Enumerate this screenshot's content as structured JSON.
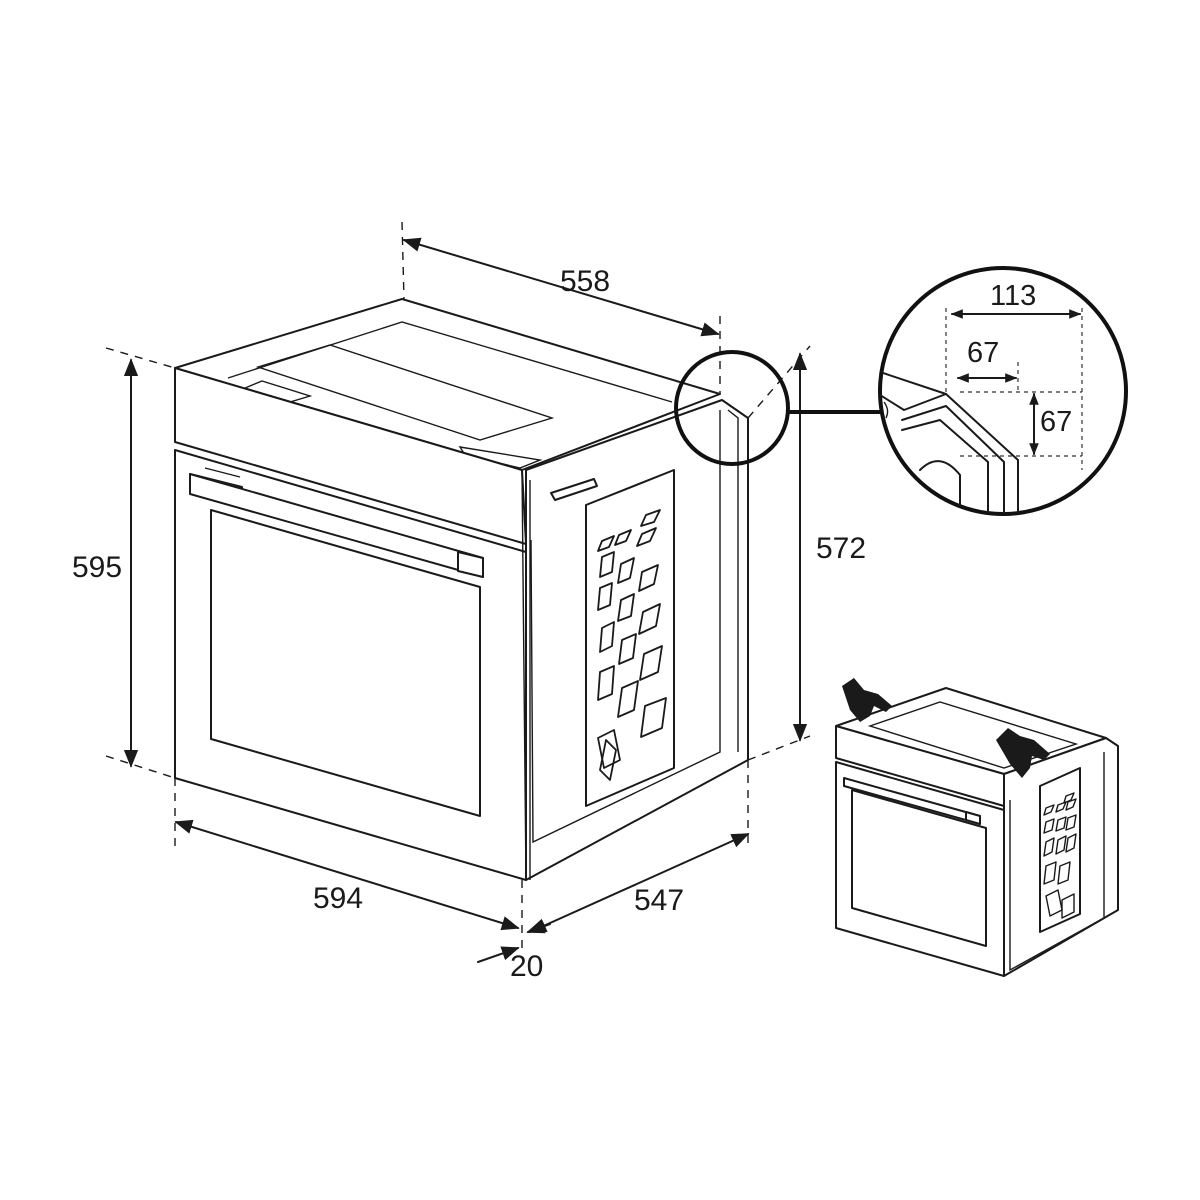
{
  "dimensions": {
    "width": "594",
    "height": "595",
    "depth_top": "558",
    "depth_side": "547",
    "height_side": "572",
    "panel_offset": "20"
  },
  "detail": {
    "overall": "113",
    "horizontal": "67",
    "vertical": "67"
  },
  "icons": [
    "hand-icon",
    "hand-icon"
  ]
}
